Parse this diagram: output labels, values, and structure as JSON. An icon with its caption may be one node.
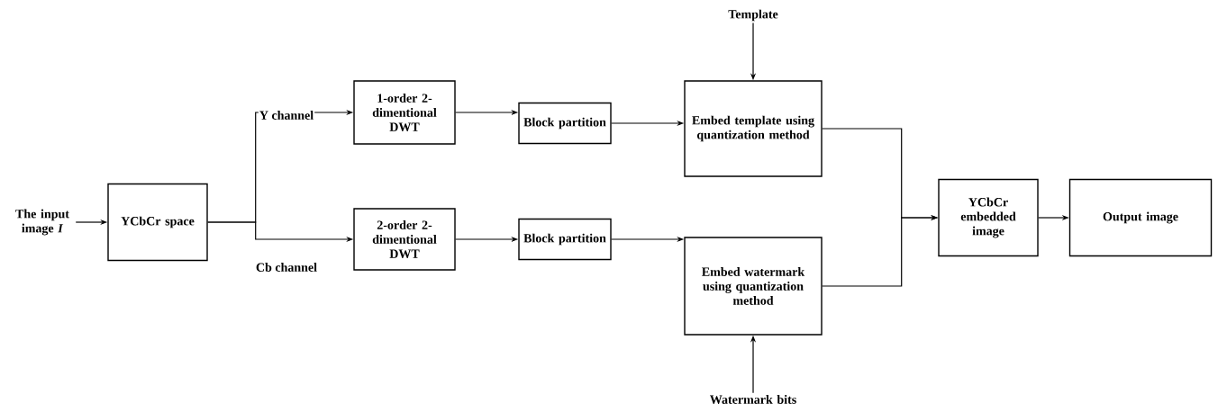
{
  "diagram": {
    "nodes": [
      {
        "text": [
          "The input image *I*"
        ]
      },
      {
        "text": [
          "YCbCr space"
        ]
      },
      {
        "text": [
          "1-order 2-dimentional DWT"
        ]
      },
      {
        "text": [
          "Block partition"
        ]
      },
      {
        "text": [
          "Embed template using quantization method"
        ]
      },
      {
        "text": [
          "Template"
        ]
      },
      {
        "text": [
          "2-order 2-dimentional DWT"
        ]
      },
      {
        "text": [
          "Block partition"
        ]
      },
      {
        "text": [
          "Embed watermark using quantization method"
        ]
      },
      {
        "text": [
          "Watermark bits"
        ]
      },
      {
        "text": [
          "YCbCr embedded image"
        ]
      },
      {
        "text": [
          "Output image"
        ]
      }
    ],
    "edges": [
      {
        "from": 0,
        "to": 1,
        "arrow": "to"
      },
      {
        "from": 1,
        "to": 2,
        "arrow": "to",
        "label": "Y channel"
      },
      {
        "from": 1,
        "to": 6,
        "arrow": "to",
        "label": "Cb channel"
      },
      {
        "from": 2,
        "to": 3,
        "arrow": "to"
      },
      {
        "from": 3,
        "to": 4,
        "arrow": "to"
      },
      {
        "from": 5,
        "to": 4,
        "arrow": "to"
      },
      {
        "from": 6,
        "to": 7,
        "arrow": "to"
      },
      {
        "from": 7,
        "to": 8,
        "arrow": "to"
      },
      {
        "from": 9,
        "to": 8,
        "arrow": "to"
      },
      {
        "from": 4,
        "to": 10,
        "arrow": "to"
      },
      {
        "from": 8,
        "to": 10,
        "arrow": "to"
      },
      {
        "from": 10,
        "to": 11,
        "arrow": "to"
      }
    ]
  }
}
